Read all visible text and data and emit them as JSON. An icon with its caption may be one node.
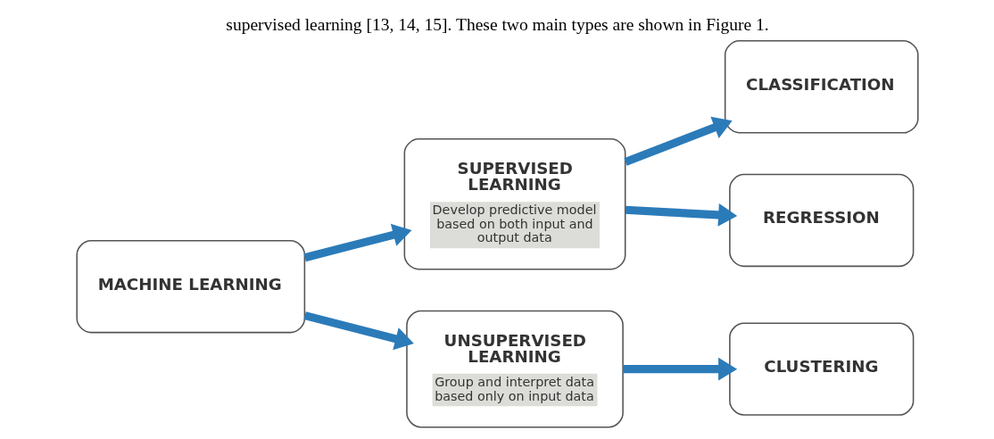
{
  "diagram": {
    "nodes": [
      {
        "text": [
          "MACHINE LEARNING"
        ]
      },
      {
        "text": [
          "SUPERVISED LEARNING",
          "Develop predictive model based on both input and output data"
        ]
      },
      {
        "text": [
          "UNSUPERVISED LEARNING",
          "Group and interpret data based only on input data"
        ]
      },
      {
        "text": [
          "CLASSIFICATION"
        ]
      },
      {
        "text": [
          "REGRESSION"
        ]
      },
      {
        "text": [
          "CLUSTERING"
        ]
      }
    ],
    "edges": [
      {
        "from": 0,
        "to": 1,
        "arrow": "to"
      },
      {
        "from": 0,
        "to": 2,
        "arrow": "to"
      },
      {
        "from": 1,
        "to": 3,
        "arrow": "to"
      },
      {
        "from": 1,
        "to": 4,
        "arrow": "to"
      },
      {
        "from": 2,
        "to": 5,
        "arrow": "to"
      }
    ],
    "labels": [
      "supervised learning [13, 14, 15]. These two main types are shown in Figure 1."
    ]
  }
}
